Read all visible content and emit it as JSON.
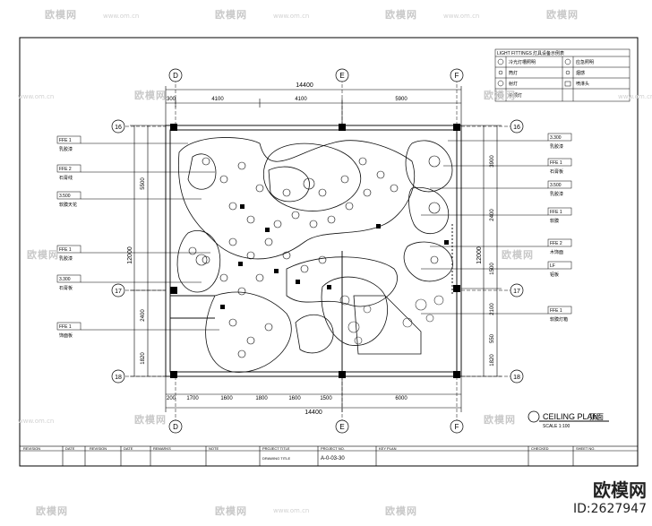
{
  "watermark": {
    "logo_text": "欧模网",
    "site_text": "www.om.cn"
  },
  "brand": {
    "logo": "欧模网",
    "id": "ID:2627947"
  },
  "grid": {
    "top_total": "14400",
    "bottom_total": "14400",
    "top_segments": [
      "300",
      "4100",
      "4100",
      "5900"
    ],
    "bottom_segments": [
      "200",
      "1700",
      "1600",
      "1800",
      "1600",
      "1500",
      "6000"
    ],
    "col_labels": [
      "D",
      "E",
      "F"
    ],
    "row_labels": [
      "16",
      "17",
      "18"
    ],
    "left_total": "12000",
    "left_segments": [
      "5500",
      "2400",
      "1820"
    ],
    "right_total": "12000",
    "right_segments": [
      "3900",
      "2400",
      "1500",
      "2100",
      "550",
      "1820"
    ]
  },
  "legend": {
    "title": "LIGHT FITTINGS",
    "title_cn": "灯具设备示例表",
    "rows": [
      "冷光灯槽照明",
      "筒灯",
      "射灯",
      "吸顶灯"
    ],
    "right_rows": [
      "应急照明",
      "烟感",
      "喷淋头"
    ]
  },
  "left_tags": [
    "FFE 1",
    "FFE 2",
    "3.500",
    "FFE 1",
    "3.300",
    "FFE 1"
  ],
  "left_notes": [
    "乳胶漆",
    "石膏线",
    "软膜天花",
    "乳胶漆",
    "石膏板",
    "饰面板"
  ],
  "right_tags": [
    "3.300",
    "FFE 1",
    "3.500",
    "FFE 1",
    "FFE 2",
    "LF",
    "FFE 1"
  ],
  "right_notes": [
    "乳胶漆",
    "石膏板",
    "乳胶漆",
    "软膜",
    "木饰面",
    "铝板",
    "软膜灯箱"
  ],
  "title_block": {
    "plan_title": "CEILING PLAN",
    "plan_title_cn": "顶面",
    "scale": "SCALE 1:100",
    "headers": [
      "REVISION",
      "DATE",
      "REVISION",
      "DATE",
      "REMARKS",
      "NOTE",
      "PROJECT TITLE",
      "PROJECT NO.",
      "KEY PLAN",
      "CHECKED",
      "SHEET NO."
    ],
    "drawing_no": "A-0-03-30",
    "drawing_title": "DRAWING TITLE"
  }
}
